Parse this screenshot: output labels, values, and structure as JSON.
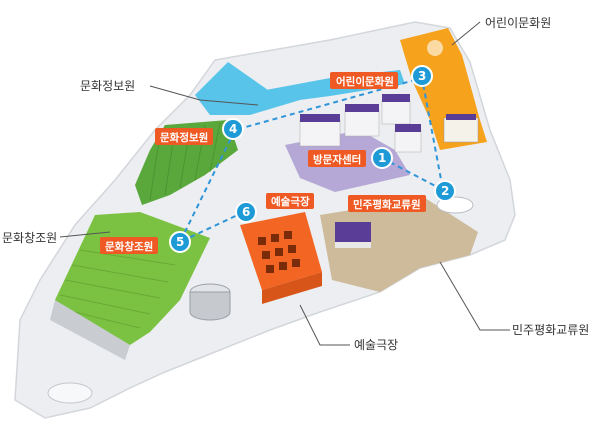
{
  "colors": {
    "ground": "#eceef1",
    "ground_edge": "#d3d6db",
    "water": "#58c4ea",
    "children_area": "#f6a21d",
    "info_area": "#5aa83c",
    "creative_area": "#7cc242",
    "theater_area": "#f26522",
    "visitor_area": "#b5a8d6",
    "plaza_area": "#cdbb9b",
    "route_line": "#2f95d8",
    "marker": "#1e9ad6",
    "tag": "#ef5a24",
    "leader_line": "#555555"
  },
  "callouts": {
    "children_culture": "어린이문화원",
    "culture_info": "문화정보원",
    "culture_creative": "문화창조원",
    "democracy_peace": "민주평화교류원",
    "arts_theater": "예술극장"
  },
  "tags": {
    "children_culture": "어린이문화원",
    "culture_info": "문화정보원",
    "visitor_center": "방문자센터",
    "arts_theater": "예술극장",
    "democracy_peace": "민주평화교류원",
    "culture_creative": "문화창조원"
  },
  "markers": [
    "1",
    "2",
    "3",
    "4",
    "5",
    "6"
  ]
}
